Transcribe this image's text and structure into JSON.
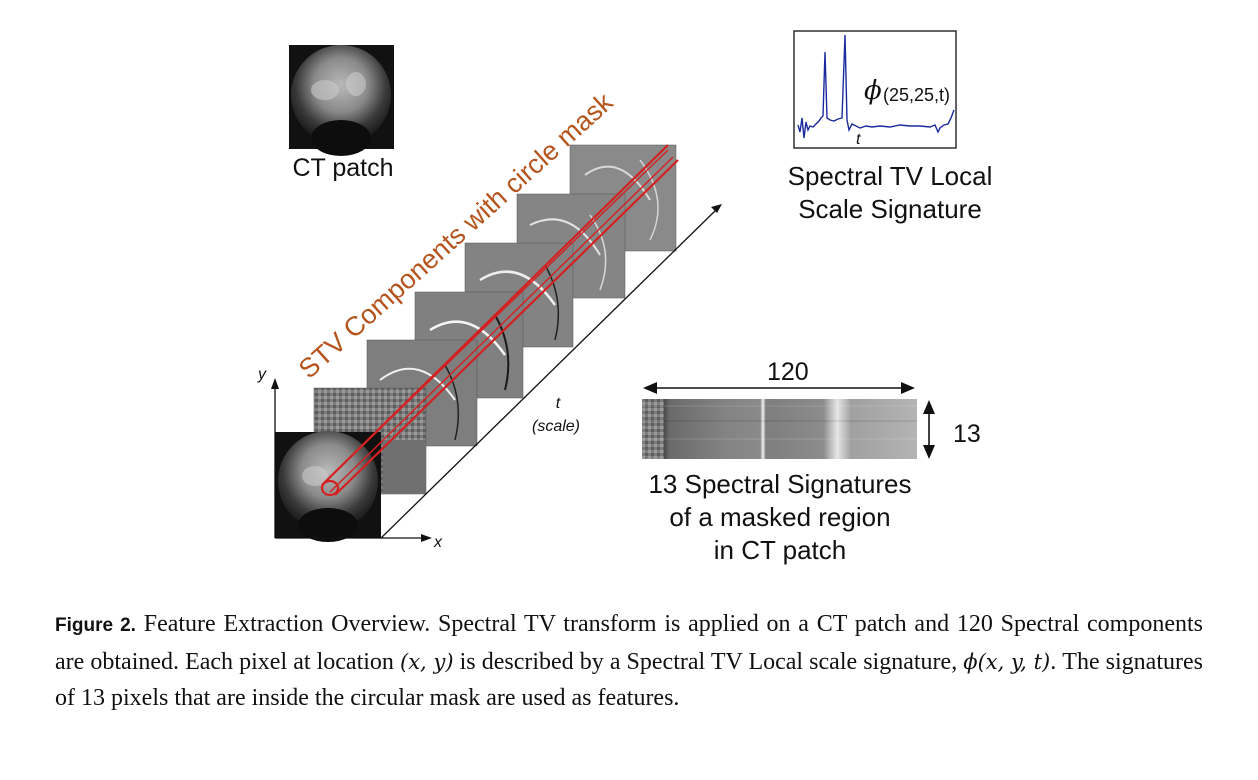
{
  "figure": {
    "ct_patch_label": "CT patch",
    "stv_components_label": "STV Components with circle mask",
    "signature_title_line1": "Spectral TV Local",
    "signature_title_line2": "Scale Signature",
    "phi_symbol": "ϕ",
    "phi_args": "(25,25,t)",
    "signature_x_label": "t",
    "scale_axis_label": "t",
    "scale_axis_sublabel": "(scale)",
    "axis_x_label": "x",
    "axis_y_label": "y",
    "strip_width_label": "120",
    "strip_height_label": "13",
    "strip_title_line1": "13 Spectral Signatures",
    "strip_title_line2": "of a masked region",
    "strip_title_line3": "in CT patch",
    "colors": {
      "stv_label": "#b5551e",
      "mask_outline": "#d42020",
      "signature_line": "#1c2aa0"
    }
  },
  "caption": {
    "label": "Figure 2.",
    "text_1": " Feature Extraction Overview. Spectral TV transform is applied on a CT patch and 120 Spectral components are obtained. Each pixel at location ",
    "math_1": "(x, y)",
    "text_2": " is described by a Spectral TV Local scale signature, ",
    "math_2": "ϕ(x, y, t)",
    "text_3": ". The signatures of 13 pixels that are inside the circular mask are used as features."
  }
}
